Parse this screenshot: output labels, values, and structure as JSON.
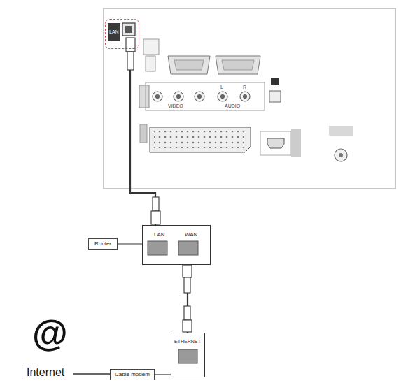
{
  "diagram": {
    "nodes": [
      {
        "text": [
          "LAN"
        ]
      },
      {
        "text": [
          "Router"
        ]
      },
      {
        "text": [
          "LAN",
          "WAN"
        ]
      },
      {
        "text": [
          "Cable modem"
        ]
      },
      {
        "text": [
          "ETHERNET"
        ]
      }
    ],
    "edges": [
      {
        "from": 0,
        "to": 2,
        "arrow": "none"
      },
      {
        "from": 1,
        "to": 2,
        "arrow": "none"
      },
      {
        "from": 2,
        "to": 4,
        "arrow": "none"
      },
      {
        "from": 3,
        "to": 4,
        "arrow": "none"
      }
    ],
    "labels": [
      "@",
      "Internet",
      "VIDEO",
      "AUDIO",
      "L",
      "R"
    ]
  }
}
